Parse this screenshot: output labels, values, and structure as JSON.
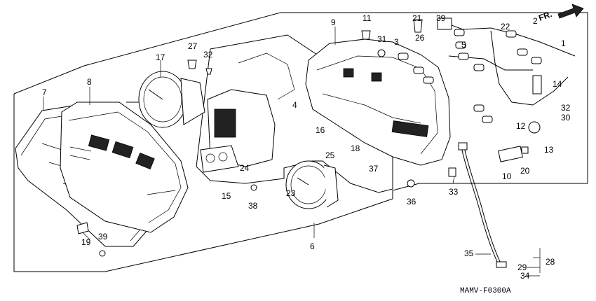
{
  "diagram_code": "MAMV-F0300A",
  "direction_label": "FR.",
  "callouts": [
    "1",
    "2",
    "3",
    "4",
    "5",
    "6",
    "7",
    "8",
    "9",
    "10",
    "11",
    "12",
    "13",
    "14",
    "15",
    "16",
    "17",
    "18",
    "19",
    "20",
    "21",
    "22",
    "23",
    "24",
    "25",
    "26",
    "27",
    "28",
    "29",
    "30",
    "31",
    "32",
    "33",
    "34",
    "35",
    "36",
    "37",
    "38",
    "39"
  ]
}
